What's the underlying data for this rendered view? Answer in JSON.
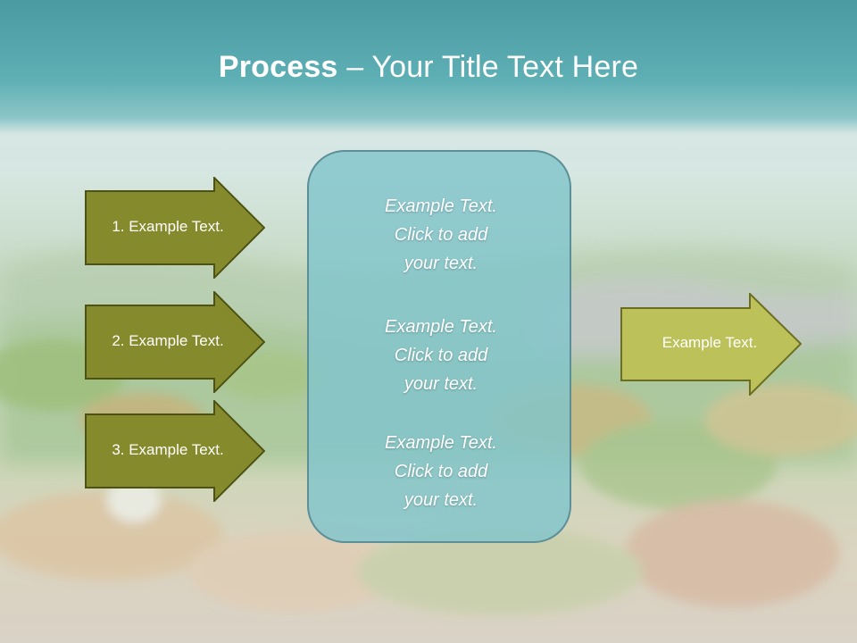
{
  "slide": {
    "title_bold": "Process",
    "title_rest": " – Your Title Text Here"
  },
  "steps": [
    {
      "label": "1. Example Text."
    },
    {
      "label": "2. Example Text."
    },
    {
      "label": "3. Example Text."
    }
  ],
  "center_box": {
    "paragraphs": [
      "Example Text.\nClick  to add\nyour text.",
      "Example Text.\nClick  to add\nyour text.",
      "Example Text.\nClick  to add\nyour text."
    ]
  },
  "output": {
    "label": "Example Text."
  },
  "colors": {
    "step_arrow_fill": "#858a2c",
    "step_arrow_stroke": "#4d5214",
    "output_arrow_fill": "#bcc15a",
    "output_arrow_stroke": "#6b6e20",
    "center_box_fill": "#81c4cc",
    "center_box_stroke": "#5c8f97",
    "header_band": "#5eb0b5"
  }
}
